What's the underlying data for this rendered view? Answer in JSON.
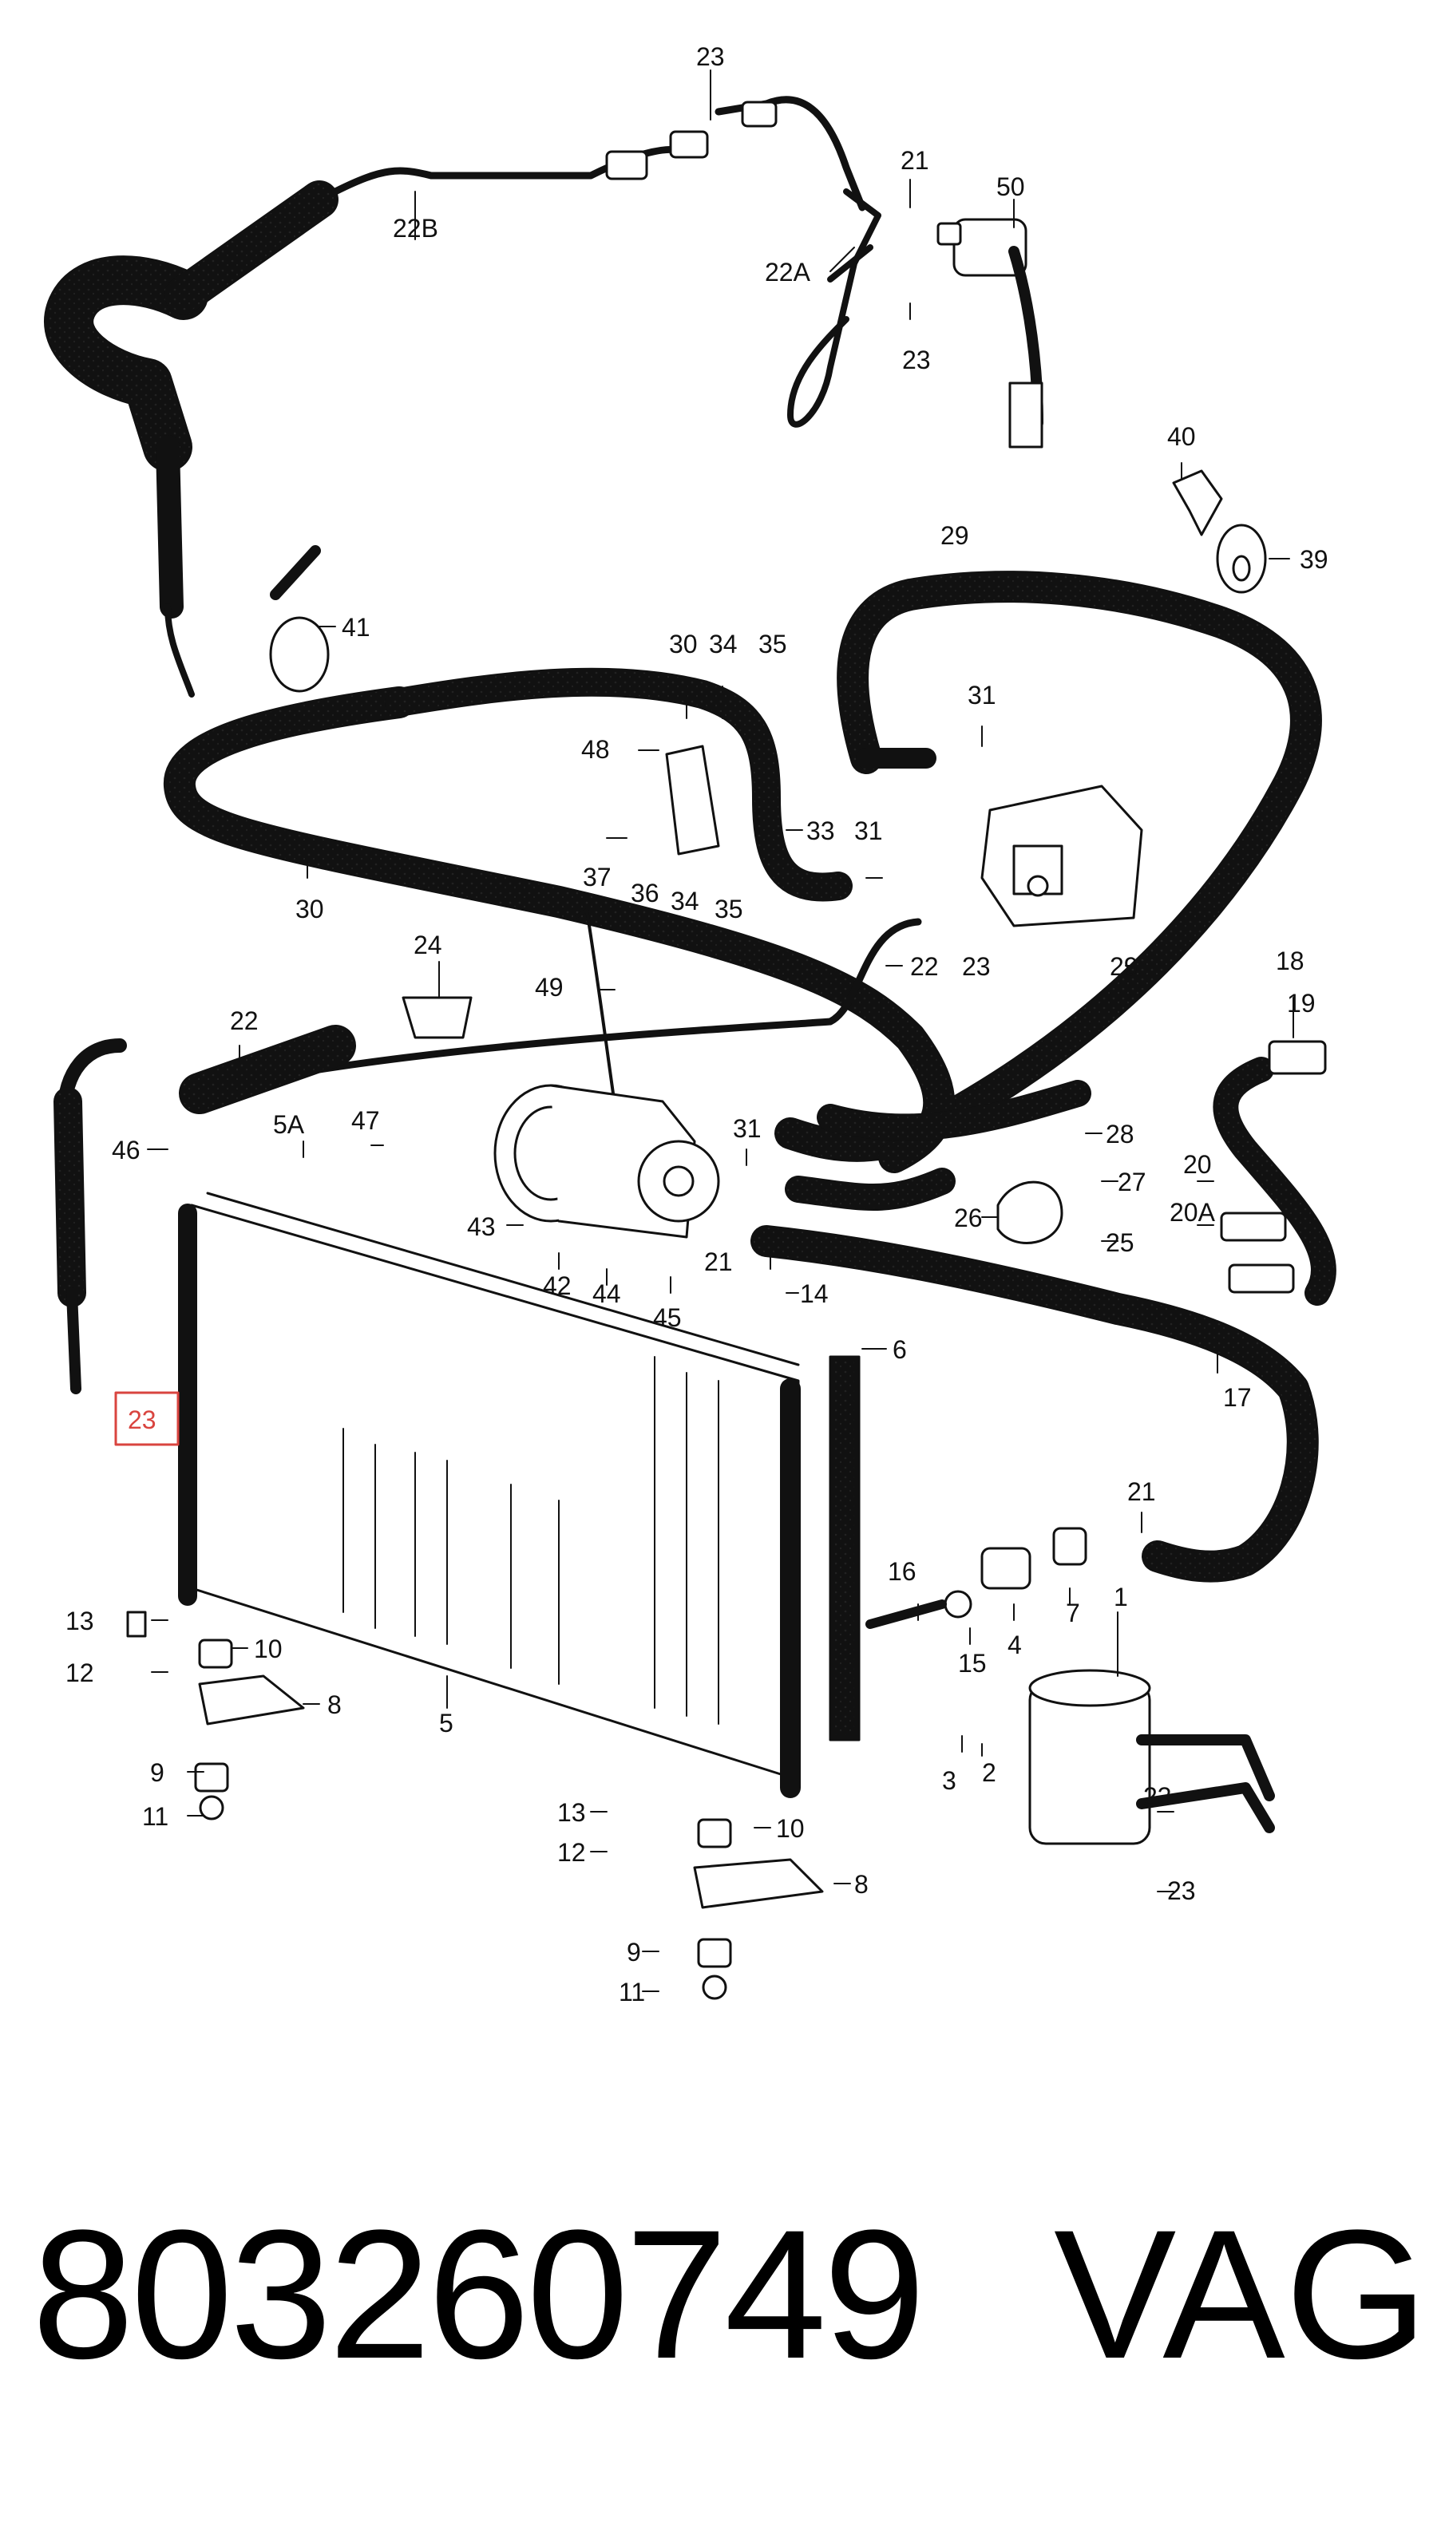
{
  "diagram": {
    "highlight_color": "#d9443f",
    "callouts": {
      "c23a": "23",
      "c21a": "21",
      "c50": "50",
      "c22B": "22B",
      "c22A": "22A",
      "c23b": "23",
      "c40": "40",
      "c39": "39",
      "c41": "41",
      "c29a": "29",
      "c30a": "30",
      "c34a": "34",
      "c35a": "35",
      "c31a": "31",
      "c48": "48",
      "c33": "33",
      "c37": "37",
      "c36": "36",
      "c34b": "34",
      "c35b": "35",
      "c31b": "31",
      "c30b": "30",
      "c22a": "22",
      "c23c": "23",
      "c29b": "29",
      "c24": "24",
      "c49": "49",
      "c22b": "22",
      "c18": "18",
      "c19": "19",
      "c5A": "5A",
      "c47": "47",
      "c31c": "31",
      "c28": "28",
      "c46": "46",
      "c27": "27",
      "c20": "20",
      "c20A": "20A",
      "c26": "26",
      "c25": "25",
      "c43": "43",
      "c21b": "21",
      "c42": "42",
      "c44": "44",
      "c45": "45",
      "c14": "14",
      "c6": "6",
      "c17": "17",
      "c23h": "23",
      "c21c": "21",
      "c16": "16",
      "c7": "7",
      "c4": "4",
      "c15": "15",
      "c1": "1",
      "c13a": "13",
      "c10a": "10",
      "c12a": "12",
      "c8a": "8",
      "c5": "5",
      "c3": "3",
      "c2": "2",
      "c9a": "9",
      "c11a": "11",
      "c13b": "13",
      "c10b": "10",
      "c23d": "23",
      "c12b": "12",
      "c8b": "8",
      "c23e": "23",
      "c9b": "9",
      "c11b": "11"
    }
  },
  "footer": {
    "part_number": "803260749",
    "brand": "VAG"
  }
}
